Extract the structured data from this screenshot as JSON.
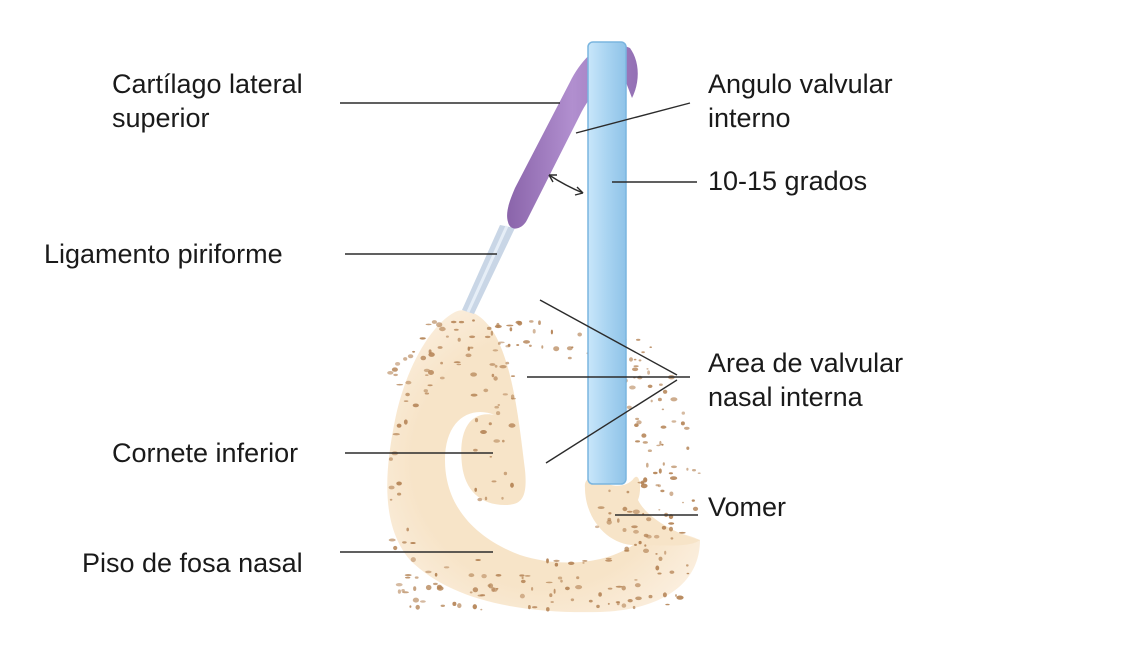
{
  "labels": {
    "cartilago_line1": "Cartílago lateral",
    "cartilago_line2": "superior",
    "angulo_line1": "Angulo valvular",
    "angulo_line2": "interno",
    "grados": "10-15 grados",
    "ligamento": "Ligamento piriforme",
    "area_line1": "Area de valvular",
    "area_line2": "nasal interna",
    "cornete": "Cornete inferior",
    "vomer": "Vomer",
    "piso": "Piso de fosa nasal"
  },
  "colors": {
    "septum": "#a9d4f1",
    "septum_edge": "#7ab5df",
    "cartilage": "#a57fc4",
    "cartilage_dark": "#7a5596",
    "ligament": "#c9d6e6",
    "bone": "#f7e4c8",
    "bone_pores": "#b48355",
    "text": "#1a1a1a"
  }
}
